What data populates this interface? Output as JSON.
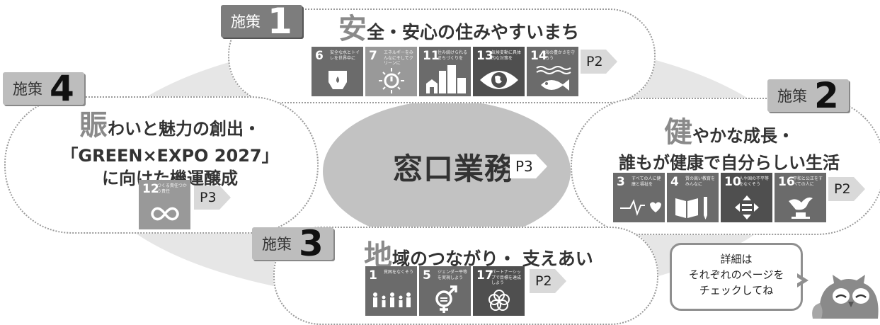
{
  "center": {
    "title": "窓口業務",
    "page_ref": "P3"
  },
  "measures": [
    {
      "tag_label": "施策",
      "tag_number": "1",
      "title_first_char": "安",
      "title_rest": "全・安心の住みやすいまち",
      "page_ref": "P2",
      "icons": [
        {
          "number": "6",
          "caption": "安全な水とトイレを世界中に",
          "icon": "water-drop-icon"
        },
        {
          "number": "7",
          "caption": "エネルギーをみんなにそしてクリーンに",
          "icon": "sun-power-icon"
        },
        {
          "number": "11",
          "caption": "住み続けられるまちづくりを",
          "icon": "city-buildings-icon"
        },
        {
          "number": "13",
          "caption": "気候変動に具体的な対策を",
          "icon": "eye-earth-icon"
        },
        {
          "number": "14",
          "caption": "海の豊かさを守ろう",
          "icon": "fish-waves-icon"
        }
      ]
    },
    {
      "tag_label": "施策",
      "tag_number": "2",
      "title_first_char": "健",
      "title_rest": "やかな成長・",
      "title_line2": "誰もが健康で自分らしい生活",
      "page_ref": "P2",
      "icons": [
        {
          "number": "3",
          "caption": "すべての人に健康と福祉を",
          "icon": "heartbeat-icon"
        },
        {
          "number": "4",
          "caption": "質の高い教育をみんなに",
          "icon": "book-pencil-icon"
        },
        {
          "number": "10",
          "caption": "人や国の不平等をなくそう",
          "icon": "equality-arrows-icon"
        },
        {
          "number": "16",
          "caption": "平和と公正をすべての人に",
          "icon": "dove-gavel-icon"
        }
      ]
    },
    {
      "tag_label": "施策",
      "tag_number": "3",
      "title_first_char": "地",
      "title_rest": "域のつながり・ 支えあい",
      "page_ref": "P2",
      "icons": [
        {
          "number": "1",
          "caption": "貧困をなくそう",
          "icon": "family-icon"
        },
        {
          "number": "5",
          "caption": "ジェンダー平等を実現しよう",
          "icon": "gender-equality-icon"
        },
        {
          "number": "17",
          "caption": "パートナーシップで目標を達成しよう",
          "icon": "partnership-flower-icon"
        }
      ]
    },
    {
      "tag_label": "施策",
      "tag_number": "4",
      "title_first_char": "賑",
      "title_rest": "わいと魅力の創出・",
      "title_line2": "「GREEN×EXPO 2027」",
      "title_line3": "に向けた機運醸成",
      "page_ref": "P3",
      "icons": [
        {
          "number": "12",
          "caption": "つくる責任つかう責任",
          "icon": "infinity-loop-icon"
        }
      ]
    }
  ],
  "speech": {
    "line1": "詳細は",
    "line2": "それぞれのページを",
    "line3": "チェックしてね"
  },
  "colors": {
    "ring": "#e6e6e6",
    "center": "#c2c2c2",
    "tag_dark": "#7d7d7d",
    "tag_light": "#bdbdbd",
    "highlight_char": "#8a8a8a"
  }
}
